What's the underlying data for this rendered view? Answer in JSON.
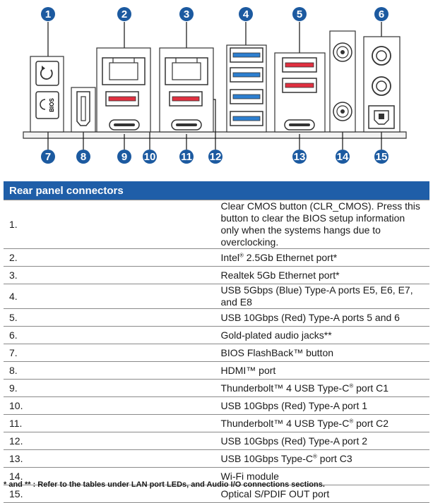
{
  "diagram": {
    "callouts_top": [
      "1",
      "2",
      "3",
      "4",
      "5",
      "6"
    ],
    "callouts_bottom": [
      "7",
      "8",
      "9",
      "10",
      "11",
      "12",
      "13",
      "14",
      "15"
    ],
    "bios_button_label": "BIOS",
    "colors": {
      "callout": "#1c5aa0",
      "usb_blue": "#2d7fd0",
      "usb_red": "#e03040",
      "outline": "#333333"
    }
  },
  "table": {
    "title": "Rear panel connectors",
    "rows": [
      {
        "num": "1.",
        "text": "Clear CMOS button (CLR_CMOS). Press this button to clear the BIOS setup information only when the systems hangs due to overclocking."
      },
      {
        "num": "2.",
        "pre": "Intel",
        "sup": "®",
        "post": " 2.5Gb Ethernet port*"
      },
      {
        "num": "3.",
        "text": "Realtek 5Gb Ethernet port*"
      },
      {
        "num": "4.",
        "text": "USB 5Gbps (Blue) Type-A ports E5, E6, E7, and E8"
      },
      {
        "num": "5.",
        "text": "USB 10Gbps (Red) Type-A ports 5 and 6"
      },
      {
        "num": "6.",
        "text": "Gold-plated audio jacks**"
      },
      {
        "num": "7.",
        "text": "BIOS FlashBack™ button"
      },
      {
        "num": "8.",
        "text": "HDMI™ port"
      },
      {
        "num": "9.",
        "pre": "Thunderbolt™ 4 USB Type-C",
        "sup": "®",
        "post": " port C1"
      },
      {
        "num": "10.",
        "text": "USB 10Gbps (Red) Type-A port 1"
      },
      {
        "num": "11.",
        "pre": "Thunderbolt™ 4 USB Type-C",
        "sup": "®",
        "post": " port C2"
      },
      {
        "num": "12.",
        "text": "USB 10Gbps (Red) Type-A port 2"
      },
      {
        "num": "13.",
        "pre": "USB 10Gbps Type-C",
        "sup": "®",
        "post": " port C3"
      },
      {
        "num": "14.",
        "text": "Wi-Fi module"
      },
      {
        "num": "15.",
        "text": "Optical S/PDIF OUT port"
      }
    ]
  },
  "footnote": "* and ** : Refer to the tables under LAN port LEDs, and Audio I/O connections sections."
}
